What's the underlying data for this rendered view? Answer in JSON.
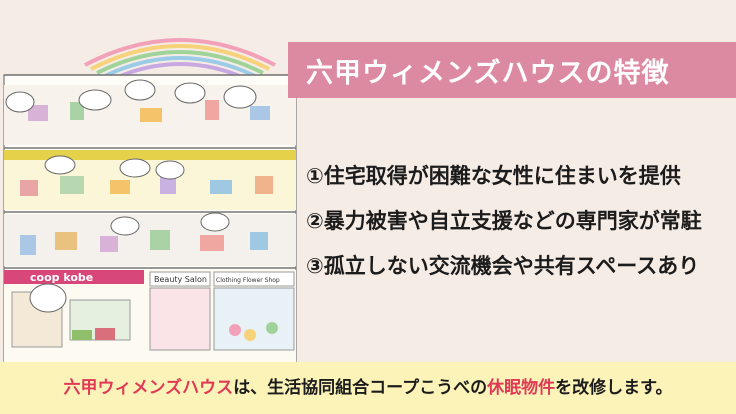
{
  "title": "六甲ウィメンズハウスの特徴",
  "features": [
    "①住宅取得が困難な女性に住まいを提供",
    "②暴力被害や自立支援などの専門家が常駐",
    "③孤立しない交流機会や共有スペースあり"
  ],
  "footer": {
    "part1": "六甲ウィメンズハウス",
    "part2": "は、生活協同組合コープこうべの",
    "part3": "休眠物件",
    "part4": "を改修します。"
  },
  "illustration": {
    "store_sign": "coop kobe",
    "beauty_salon": "Beauty Salon",
    "shop_sign": "Clothing Flower Shop"
  },
  "colors": {
    "title_bg": "#dc8aa1",
    "footer_bg": "#fbf3b8",
    "highlight": "#e03a56",
    "page_bg": "#f6ece6"
  }
}
